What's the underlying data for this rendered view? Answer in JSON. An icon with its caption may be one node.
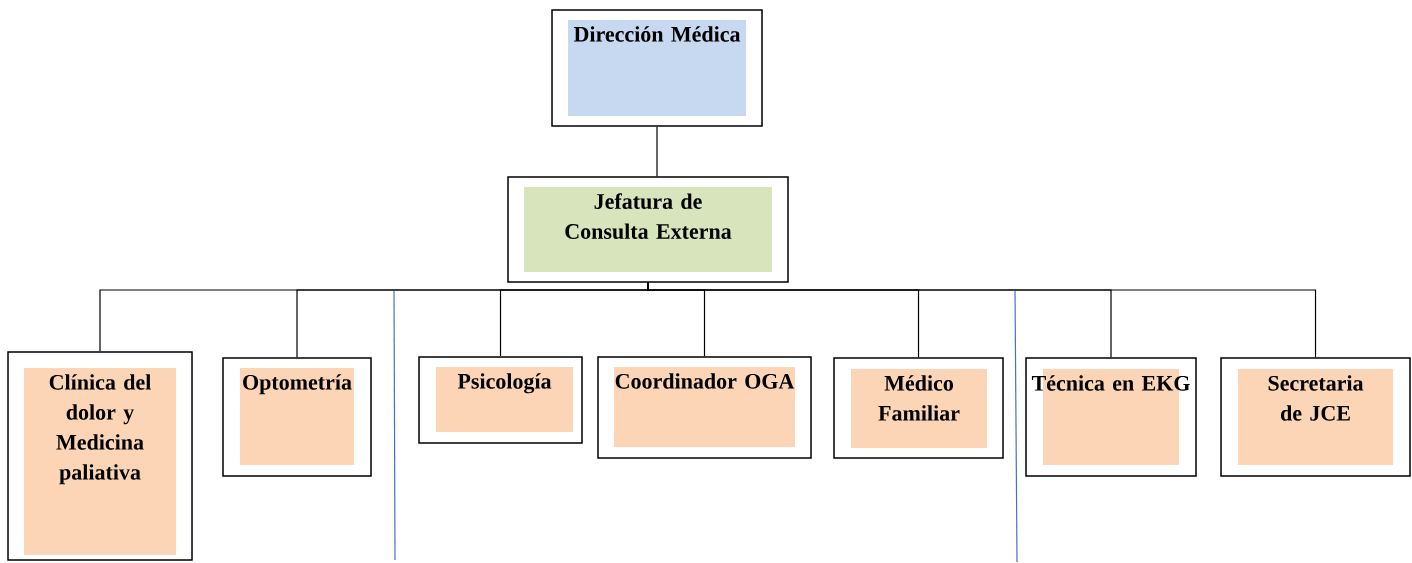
{
  "diagram": {
    "nodes": [
      {
        "text": [
          "Dirección Médica"
        ]
      },
      {
        "text": [
          "Jefatura de Consulta Externa"
        ]
      },
      {
        "text": [
          "Clínica del dolor y Medicina paliativa"
        ]
      },
      {
        "text": [
          "Optometría"
        ]
      },
      {
        "text": [
          "Psicología"
        ]
      },
      {
        "text": [
          "Coordinador OGA"
        ]
      },
      {
        "text": [
          "Médico Familiar"
        ]
      },
      {
        "text": [
          "Técnica en EKG"
        ]
      },
      {
        "text": [
          "Secretaria de JCE"
        ]
      }
    ],
    "edges": [
      {
        "from": 0,
        "to": 1,
        "arrow": "none"
      },
      {
        "from": 1,
        "to": 2,
        "arrow": "none"
      },
      {
        "from": 1,
        "to": 3,
        "arrow": "none"
      },
      {
        "from": 1,
        "to": 4,
        "arrow": "none"
      },
      {
        "from": 1,
        "to": 5,
        "arrow": "none"
      },
      {
        "from": 1,
        "to": 6,
        "arrow": "none"
      },
      {
        "from": 1,
        "to": 7,
        "arrow": "none"
      },
      {
        "from": 1,
        "to": 8,
        "arrow": "none"
      }
    ]
  }
}
